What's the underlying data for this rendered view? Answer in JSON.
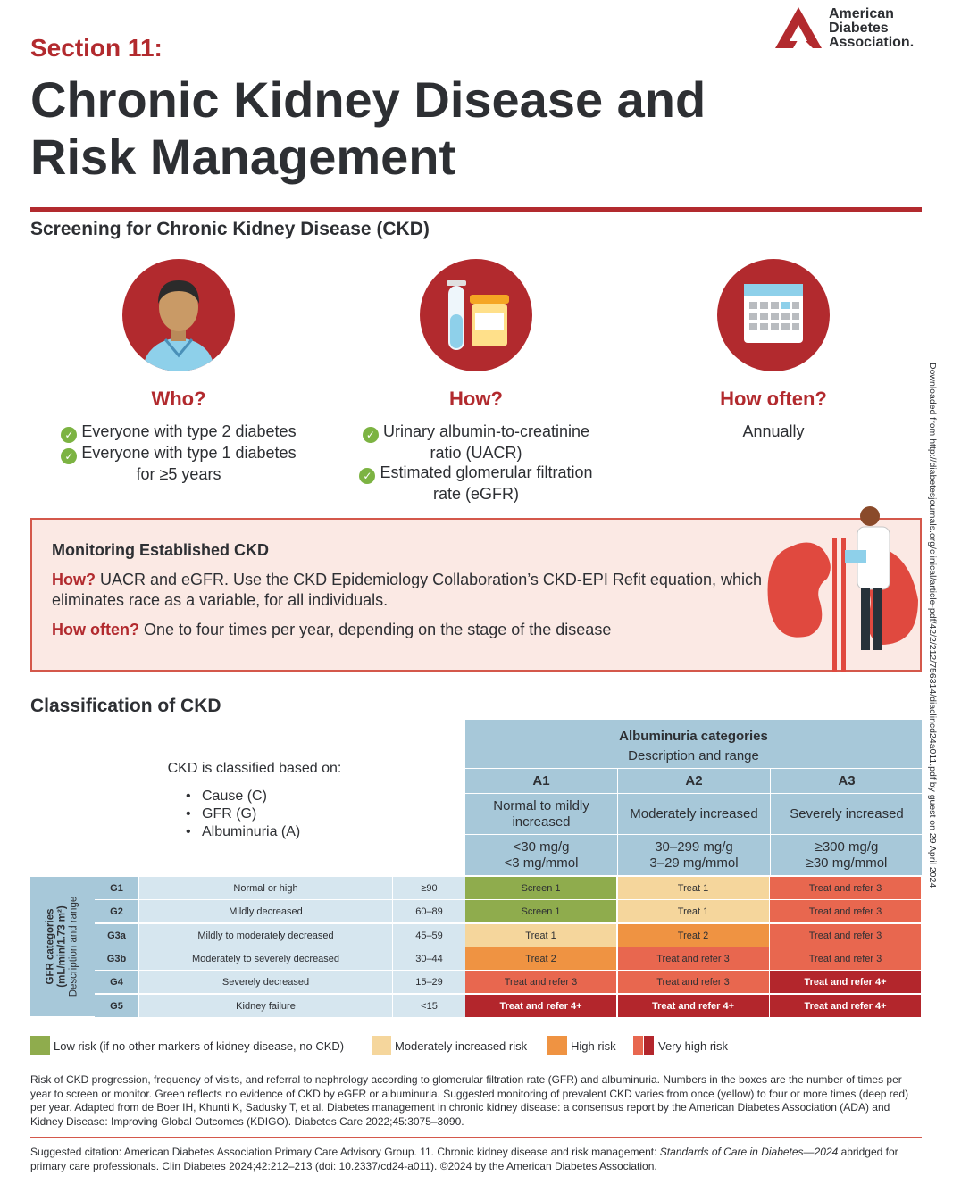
{
  "header": {
    "section_label": "Section 11:",
    "title": "Chronic Kidney Disease and Risk Management",
    "logo_text": [
      "American",
      "Diabetes",
      "Association."
    ]
  },
  "screening": {
    "heading": "Screening for Chronic Kidney Disease (CKD)",
    "who": {
      "heading": "Who?",
      "items": [
        "Everyone with type 2 diabetes",
        "Everyone with type 1 diabetes"
      ],
      "item2_cont": "for ≥5 years"
    },
    "how": {
      "heading": "How?",
      "item1": "Urinary albumin-to-creatinine",
      "item1_cont": "ratio (UACR)",
      "item2": "Estimated glomerular filtration",
      "item2_cont": "rate (eGFR)"
    },
    "how_often": {
      "heading": "How often?",
      "text": "Annually"
    }
  },
  "monitoring": {
    "heading": "Monitoring Established CKD",
    "how_label": "How?",
    "how_text": " UACR and eGFR. Use the CKD Epidemiology Collaboration’s CKD-EPI Refit equation, which eliminates race as a variable, for all individuals.",
    "often_label": "How often?",
    "often_text": " One to four times per year, depending on the stage of the disease"
  },
  "classification": {
    "heading": "Classification of CKD",
    "based_on": "CKD is classified based on:",
    "based_items": [
      "Cause (C)",
      "GFR (G)",
      "Albuminuria (A)"
    ],
    "albuminuria_title": "Albuminuria categories",
    "albuminuria_sub": "Description and range",
    "a_cols": [
      {
        "code": "A1",
        "desc": "Normal to mildly increased",
        "range1": "<30 mg/g",
        "range2": "<3 mg/mmol"
      },
      {
        "code": "A2",
        "desc": "Moderately increased",
        "range1": "30–299 mg/g",
        "range2": "3–29 mg/mmol"
      },
      {
        "code": "A3",
        "desc": "Severely increased",
        "range1": "≥300 mg/g",
        "range2": "≥30 mg/mmol"
      }
    ],
    "gfr_label_1": "GFR categories",
    "gfr_label_2": "(mL/min/1.73 m²)",
    "gfr_label_3": "Description and range",
    "rows": [
      {
        "code": "G1",
        "desc": "Normal or high",
        "range": "≥90",
        "cells": [
          {
            "t": "Screen 1",
            "r": "low"
          },
          {
            "t": "Treat 1",
            "r": "mod"
          },
          {
            "t": "Treat and refer 3",
            "r": "vhigh"
          }
        ]
      },
      {
        "code": "G2",
        "desc": "Mildly decreased",
        "range": "60–89",
        "cells": [
          {
            "t": "Screen 1",
            "r": "low"
          },
          {
            "t": "Treat 1",
            "r": "mod"
          },
          {
            "t": "Treat and refer 3",
            "r": "vhigh"
          }
        ]
      },
      {
        "code": "G3a",
        "desc": "Mildly to moderately decreased",
        "range": "45–59",
        "cells": [
          {
            "t": "Treat 1",
            "r": "mod"
          },
          {
            "t": "Treat 2",
            "r": "high"
          },
          {
            "t": "Treat and refer 3",
            "r": "vhigh"
          }
        ]
      },
      {
        "code": "G3b",
        "desc": "Moderately to severely decreased",
        "range": "30–44",
        "cells": [
          {
            "t": "Treat 2",
            "r": "high"
          },
          {
            "t": "Treat and refer 3",
            "r": "vhigh"
          },
          {
            "t": "Treat and refer 3",
            "r": "vhigh"
          }
        ]
      },
      {
        "code": "G4",
        "desc": "Severely decreased",
        "range": "15–29",
        "cells": [
          {
            "t": "Treat and refer 3",
            "r": "vhigh"
          },
          {
            "t": "Treat and refer 3",
            "r": "vhigh"
          },
          {
            "t": "Treat and refer 4+",
            "r": "vvhigh"
          }
        ]
      },
      {
        "code": "G5",
        "desc": "Kidney failure",
        "range": "<15",
        "cells": [
          {
            "t": "Treat and refer 4+",
            "r": "vvhigh"
          },
          {
            "t": "Treat and refer 4+",
            "r": "vvhigh"
          },
          {
            "t": "Treat and refer 4+",
            "r": "vvhigh"
          }
        ]
      }
    ],
    "legend": [
      {
        "label": "Low risk (if no other markers of kidney disease, no CKD)",
        "color": "#8fac4d"
      },
      {
        "label": "Moderately increased risk",
        "color": "#f5d69c"
      },
      {
        "label": "High risk",
        "color": "#ef9342"
      },
      {
        "label": "Very high risk",
        "color": "#e8674f",
        "color2": "#b3262c"
      }
    ],
    "footnote": "Risk of CKD progression, frequency of visits, and referral to nephrology according to glomerular filtration rate (GFR) and albuminuria. Numbers in the boxes are the number of times per year to screen or monitor. Green reflects no evidence of CKD by eGFR or albuminuria. Suggested monitoring of prevalent CKD varies from once (yellow) to four or more times (deep red) per year. Adapted from de Boer IH, Khunti K, Sadusky T, et al. Diabetes management in chronic kidney disease: a consensus report by the American Diabetes Association (ADA) and Kidney Disease: Improving Global Outcomes (KDIGO). Diabetes Care 2022;45:3075–3090."
  },
  "citation": {
    "part1": "Suggested citation: American Diabetes Association Primary Care Advisory Group. 11. Chronic kidney disease and risk management: ",
    "italic": "Standards of Care in Diabetes—2024",
    "part2": " abridged for primary care professionals. Clin Diabetes 2024;42:212–213 (doi: 10.2337/cd24-a011). ©2024 by the American Diabetes Association."
  },
  "side_note": "Downloaded from http://diabetesjournals.org/clinical/article-pdf/42/2/212/756314/diaclincd24a011.pdf by guest on 29 April 2024"
}
